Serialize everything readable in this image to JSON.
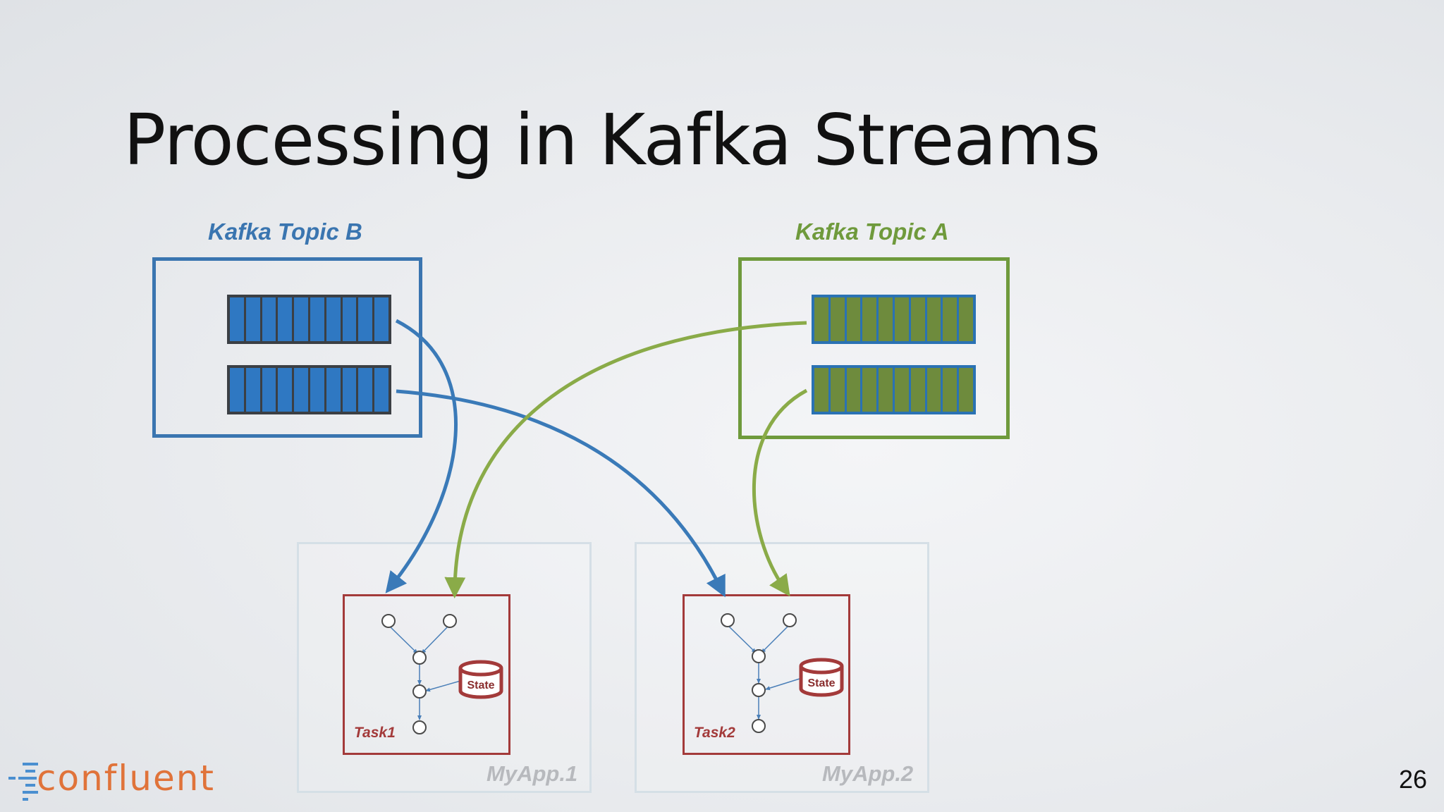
{
  "slide": {
    "title": "Processing in Kafka Streams",
    "page_number": "26"
  },
  "topics": [
    {
      "label": "Kafka Topic B",
      "color": "#3a75b0",
      "cell_color": "#2f78c2"
    },
    {
      "label": "Kafka Topic A",
      "color": "#6f9a3c",
      "cell_color": "#6e8b3d"
    }
  ],
  "apps": [
    {
      "label": "MyApp.1"
    },
    {
      "label": "MyApp.2"
    }
  ],
  "tasks": [
    {
      "label": "Task1",
      "state_label": "State"
    },
    {
      "label": "Task2",
      "state_label": "State"
    }
  ],
  "brand": {
    "logo_text": "confluent",
    "color": "#e0733a"
  }
}
